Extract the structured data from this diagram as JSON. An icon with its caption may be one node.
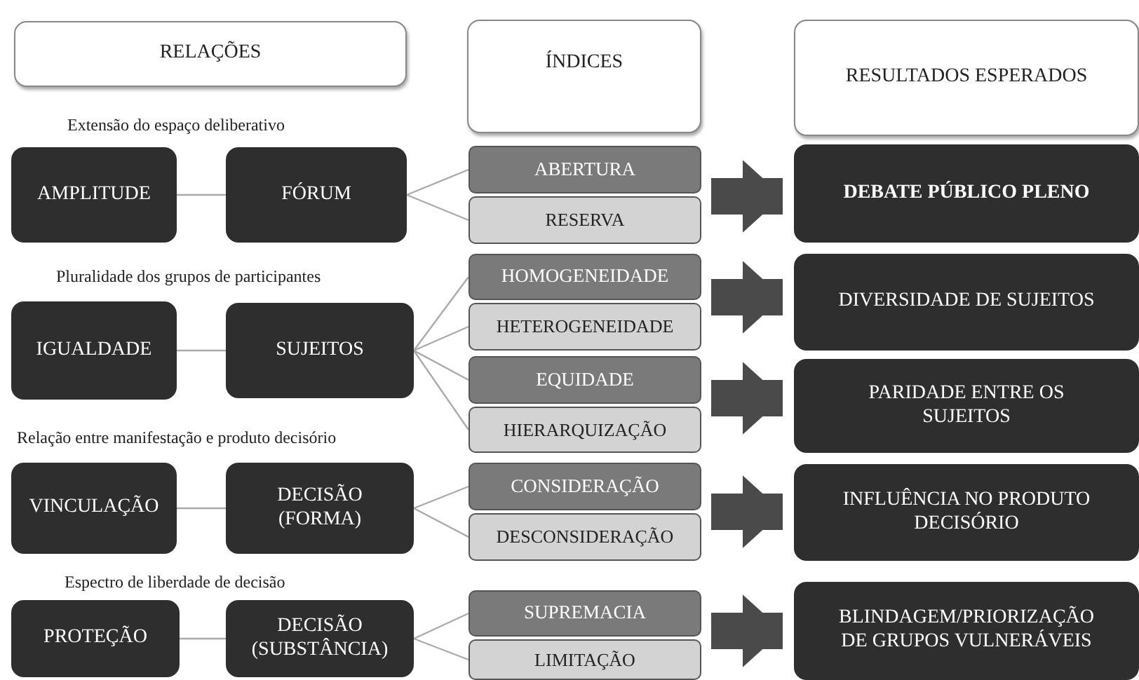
{
  "diagram": {
    "nodes": [
      {
        "text": [
          "RELAÇÕES"
        ]
      },
      {
        "text": [
          "ÍNDICES"
        ]
      },
      {
        "text": [
          "RESULTADOS ESPERADOS"
        ]
      },
      {
        "text": [
          "AMPLITUDE"
        ]
      },
      {
        "text": [
          "FÓRUM"
        ]
      },
      {
        "text": [
          "ABERTURA"
        ]
      },
      {
        "text": [
          "RESERVA"
        ]
      },
      {
        "text": [
          "DEBATE PÚBLICO PLENO"
        ]
      },
      {
        "text": [
          "IGUALDADE"
        ]
      },
      {
        "text": [
          "SUJEITOS"
        ]
      },
      {
        "text": [
          "HOMOGENEIDADE"
        ]
      },
      {
        "text": [
          "HETEROGENEIDADE"
        ]
      },
      {
        "text": [
          "DIVERSIDADE DE SUJEITOS"
        ]
      },
      {
        "text": [
          "EQUIDADE"
        ]
      },
      {
        "text": [
          "HIERARQUIZAÇÃO"
        ]
      },
      {
        "text": [
          "PARIDADE ENTRE OS SUJEITOS"
        ]
      },
      {
        "text": [
          "VINCULAÇÃO"
        ]
      },
      {
        "text": [
          "DECISÃO (FORMA)"
        ]
      },
      {
        "text": [
          "CONSIDERAÇÃO"
        ]
      },
      {
        "text": [
          "DESCONSIDERAÇÃO"
        ]
      },
      {
        "text": [
          "INFLUÊNCIA NO PRODUTO DECISÓRIO"
        ]
      },
      {
        "text": [
          "PROTEÇÃO"
        ]
      },
      {
        "text": [
          "DECISÃO (SUBSTÂNCIA)"
        ]
      },
      {
        "text": [
          "SUPREMACIA"
        ]
      },
      {
        "text": [
          "LIMITAÇÃO"
        ]
      },
      {
        "text": [
          "BLINDAGEM/PRIORIZAÇÃO DE GRUPOS VULNERÁVEIS"
        ]
      }
    ],
    "edges": [
      {
        "from": 3,
        "to": 4,
        "arrow": "none"
      },
      {
        "from": 4,
        "to": 5,
        "arrow": "none"
      },
      {
        "from": 4,
        "to": 6,
        "arrow": "none"
      },
      {
        "from": 5,
        "to": 7,
        "arrow": "to",
        "style": "thick",
        "color": "#4a4a4a"
      },
      {
        "from": 8,
        "to": 9,
        "arrow": "none"
      },
      {
        "from": 9,
        "to": 10,
        "arrow": "none"
      },
      {
        "from": 9,
        "to": 11,
        "arrow": "none"
      },
      {
        "from": 9,
        "to": 13,
        "arrow": "none"
      },
      {
        "from": 9,
        "to": 14,
        "arrow": "none"
      },
      {
        "from": 10,
        "to": 12,
        "arrow": "to",
        "style": "thick",
        "color": "#4a4a4a"
      },
      {
        "from": 13,
        "to": 15,
        "arrow": "to",
        "style": "thick",
        "color": "#4a4a4a"
      },
      {
        "from": 16,
        "to": 17,
        "arrow": "none"
      },
      {
        "from": 17,
        "to": 18,
        "arrow": "none"
      },
      {
        "from": 17,
        "to": 19,
        "arrow": "none"
      },
      {
        "from": 18,
        "to": 20,
        "arrow": "to",
        "style": "thick",
        "color": "#4a4a4a"
      },
      {
        "from": 21,
        "to": 22,
        "arrow": "none"
      },
      {
        "from": 22,
        "to": 23,
        "arrow": "none"
      },
      {
        "from": 22,
        "to": 24,
        "arrow": "none"
      },
      {
        "from": 23,
        "to": 25,
        "arrow": "to",
        "style": "thick",
        "color": "#4a4a4a"
      }
    ],
    "labels": [
      "Extensão do espaço deliberativo",
      "Pluralidade dos grupos de participantes",
      "Relação entre manifestação e produto decisório",
      "Espectro de liberdade de decisão"
    ]
  }
}
